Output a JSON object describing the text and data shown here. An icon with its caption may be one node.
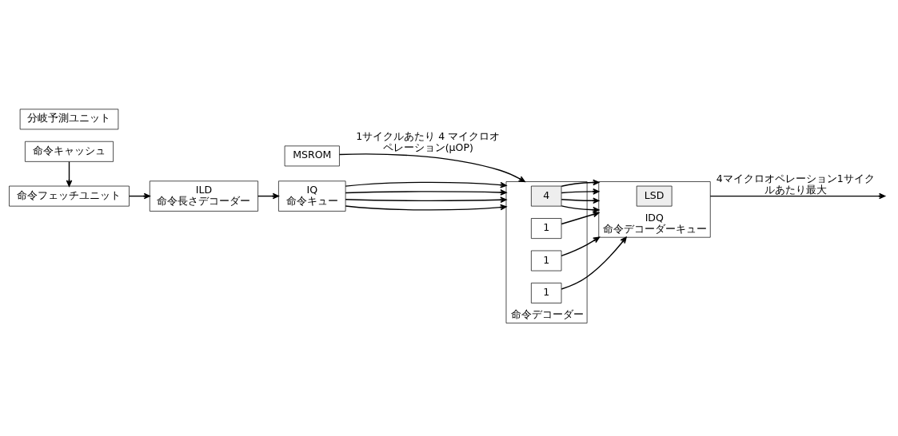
{
  "diagram": {
    "nodes": [
      {
        "text": [
          "命令キャッシュ"
        ]
      },
      {
        "text": [
          "命令フェッチユニット"
        ]
      },
      {
        "text": [
          "分岐予測ユニット"
        ]
      },
      {
        "text": [
          "ILD",
          "命令長さデコーダー"
        ]
      },
      {
        "text": [
          "IQ",
          "命令キュー"
        ]
      },
      {
        "text": [
          "MSROM"
        ]
      },
      {
        "text": [
          "命令デコーダー"
        ]
      },
      {
        "text": [
          "4"
        ],
        "in": 6
      },
      {
        "text": [
          "1"
        ],
        "in": 6
      },
      {
        "text": [
          "1"
        ],
        "in": 6
      },
      {
        "text": [
          "1"
        ],
        "in": 6
      },
      {
        "text": [
          "IDQ",
          "命令デコーダーキュー"
        ]
      },
      {
        "text": [
          "LSD"
        ],
        "in": 11
      }
    ],
    "edges": [
      {
        "from": 0,
        "to": 1,
        "arrow": "to"
      },
      {
        "from": 1,
        "to": 3,
        "arrow": "to"
      },
      {
        "from": 3,
        "to": 4,
        "arrow": "to"
      },
      {
        "from": 4,
        "to": 6,
        "arrow": "to"
      },
      {
        "from": 4,
        "to": 6,
        "arrow": "to"
      },
      {
        "from": 4,
        "to": 6,
        "arrow": "to"
      },
      {
        "from": 4,
        "to": 6,
        "arrow": "to"
      },
      {
        "from": 5,
        "to": 6,
        "arrow": "to",
        "label": "1サイクルあたり 4 マイクロオペレーション(μOP)"
      },
      {
        "from": 7,
        "to": 11,
        "arrow": "to"
      },
      {
        "from": 7,
        "to": 11,
        "arrow": "to"
      },
      {
        "from": 7,
        "to": 11,
        "arrow": "to"
      },
      {
        "from": 7,
        "to": 11,
        "arrow": "to"
      },
      {
        "from": 8,
        "to": 11,
        "arrow": "to"
      },
      {
        "from": 9,
        "to": 11,
        "arrow": "to"
      },
      {
        "from": 10,
        "to": 11,
        "arrow": "to"
      },
      {
        "from": 11,
        "to": null,
        "arrow": "to",
        "label": "4マイクロオペレーション1サイクルあたり最大"
      }
    ]
  }
}
